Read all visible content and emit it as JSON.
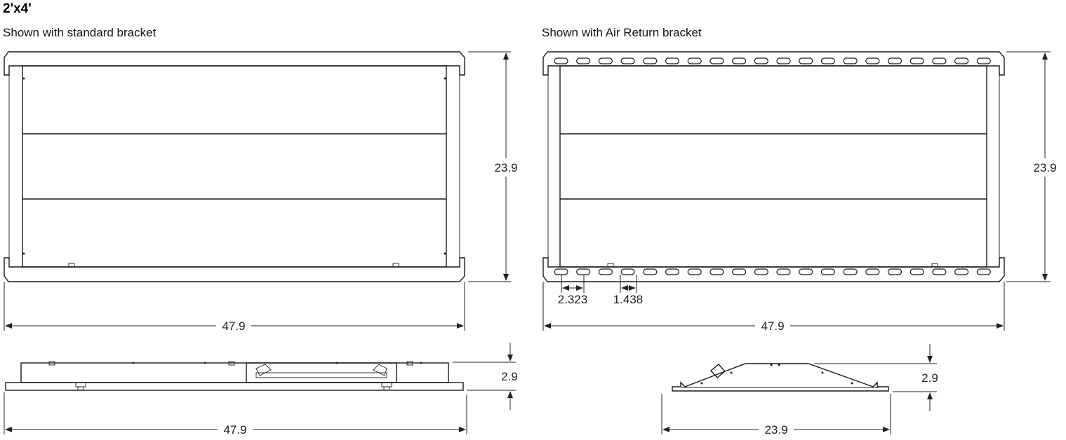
{
  "title": "2'x4'",
  "left_caption": "Shown with standard bracket",
  "right_caption": "Shown with Air Return bracket",
  "dimensions": {
    "left_height": "23.9",
    "left_width": "47.9",
    "right_height": "23.9",
    "right_width": "47.9",
    "slot_pitch": "2.323",
    "slot_length": "1.438",
    "left_side_depth": "2.9",
    "left_side_width": "47.9",
    "right_side_depth": "2.9",
    "right_side_width": "23.9"
  }
}
